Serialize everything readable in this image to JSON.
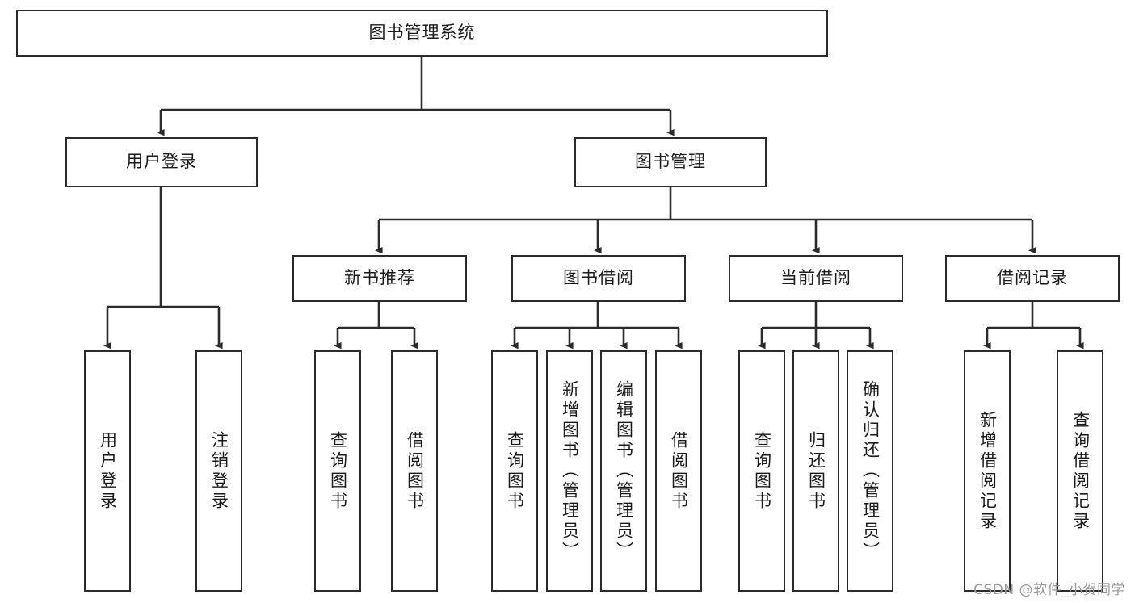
{
  "diagram": {
    "type": "tree-hierarchy-chart",
    "title": "图书管理系统",
    "root": {
      "id": "root",
      "label": "图书管理系统"
    },
    "level2": [
      {
        "id": "user-login",
        "label": "用户登录"
      },
      {
        "id": "book-management",
        "label": "图书管理"
      }
    ],
    "level3": [
      {
        "id": "new-book-recommend",
        "label": "新书推荐",
        "parent": "book-management"
      },
      {
        "id": "book-borrow",
        "label": "图书借阅",
        "parent": "book-management"
      },
      {
        "id": "current-borrow",
        "label": "当前借阅",
        "parent": "book-management"
      },
      {
        "id": "borrow-record",
        "label": "借阅记录",
        "parent": "book-management"
      }
    ],
    "leaves": [
      {
        "id": "leaf-user-login",
        "label": "用户登录",
        "parent": "user-login"
      },
      {
        "id": "leaf-user-logout",
        "label": "注销登录",
        "parent": "user-login"
      },
      {
        "id": "leaf-query-book-1",
        "label": "查询图书",
        "parent": "new-book-recommend"
      },
      {
        "id": "leaf-borrow-book-1",
        "label": "借阅图书",
        "parent": "new-book-recommend"
      },
      {
        "id": "leaf-query-book-2",
        "label": "查询图书",
        "parent": "book-borrow"
      },
      {
        "id": "leaf-add-book",
        "label": "新增图书（管理员）",
        "parent": "book-borrow"
      },
      {
        "id": "leaf-edit-book",
        "label": "编辑图书（管理员）",
        "parent": "book-borrow"
      },
      {
        "id": "leaf-borrow-book-2",
        "label": "借阅图书",
        "parent": "book-borrow"
      },
      {
        "id": "leaf-query-book-3",
        "label": "查询图书",
        "parent": "current-borrow"
      },
      {
        "id": "leaf-return-book",
        "label": "归还图书",
        "parent": "current-borrow"
      },
      {
        "id": "leaf-confirm-return",
        "label": "确认归还（管理员）",
        "parent": "current-borrow"
      },
      {
        "id": "leaf-add-record",
        "label": "新增借阅记录",
        "parent": "borrow-record"
      },
      {
        "id": "leaf-query-record",
        "label": "查询借阅记录",
        "parent": "borrow-record"
      }
    ],
    "colors": {
      "stroke": "#2b2b2b",
      "fill": "#ffffff",
      "text": "#1a1a1a",
      "watermark": "#9a9a9a"
    }
  },
  "watermark": {
    "text": "CSDN @软件_小贺同学"
  }
}
